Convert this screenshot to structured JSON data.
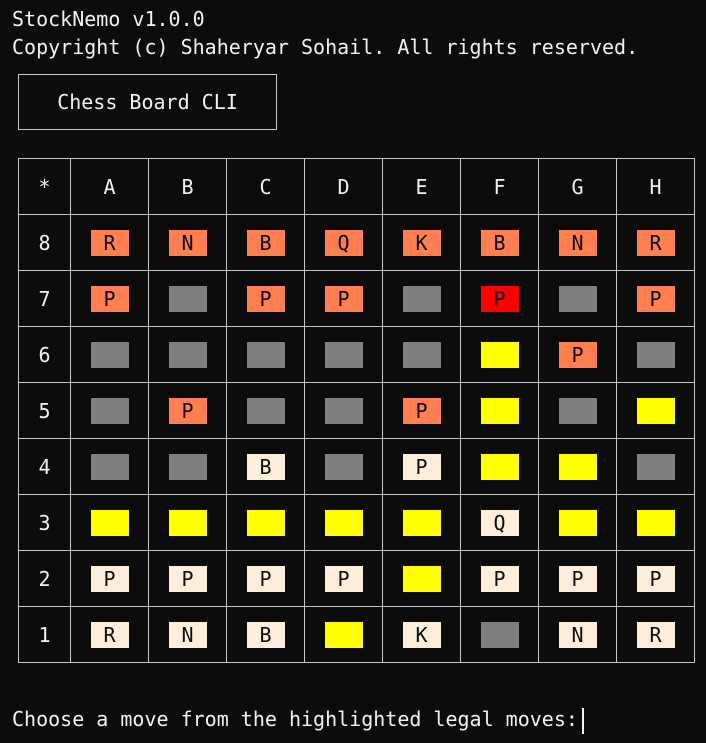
{
  "terminal": {
    "title": "StockNemo v1.0.0",
    "copyright": "Copyright (c) Shaheryar Sohail. All rights reserved.",
    "header": "Chess Board CLI",
    "prompt": "Choose a move from the highlighted legal moves:"
  },
  "colors": {
    "background": "#0c0c0c",
    "text": "#f2f2f2",
    "grid_line": "#c8c8c8",
    "black_piece": "#ff7f50",
    "white_piece": "#fdeedc",
    "selected_piece": "#ff0000",
    "legal_move": "#ffff00",
    "empty_square": "#7f7f7f"
  },
  "board": {
    "corner": "*",
    "files": [
      "A",
      "B",
      "C",
      "D",
      "E",
      "F",
      "G",
      "H"
    ],
    "ranks": [
      {
        "label": "8",
        "cells": [
          {
            "piece": "R",
            "state": "black"
          },
          {
            "piece": "N",
            "state": "black"
          },
          {
            "piece": "B",
            "state": "black"
          },
          {
            "piece": "Q",
            "state": "black"
          },
          {
            "piece": "K",
            "state": "black"
          },
          {
            "piece": "B",
            "state": "black"
          },
          {
            "piece": "N",
            "state": "black"
          },
          {
            "piece": "R",
            "state": "black"
          }
        ]
      },
      {
        "label": "7",
        "cells": [
          {
            "piece": "P",
            "state": "black"
          },
          {
            "piece": "",
            "state": "empty"
          },
          {
            "piece": "P",
            "state": "black"
          },
          {
            "piece": "P",
            "state": "black"
          },
          {
            "piece": "",
            "state": "empty"
          },
          {
            "piece": "P",
            "state": "selected"
          },
          {
            "piece": "",
            "state": "empty"
          },
          {
            "piece": "P",
            "state": "black"
          }
        ]
      },
      {
        "label": "6",
        "cells": [
          {
            "piece": "",
            "state": "empty"
          },
          {
            "piece": "",
            "state": "empty"
          },
          {
            "piece": "",
            "state": "empty"
          },
          {
            "piece": "",
            "state": "empty"
          },
          {
            "piece": "",
            "state": "empty"
          },
          {
            "piece": "",
            "state": "legal"
          },
          {
            "piece": "P",
            "state": "black"
          },
          {
            "piece": "",
            "state": "empty"
          }
        ]
      },
      {
        "label": "5",
        "cells": [
          {
            "piece": "",
            "state": "empty"
          },
          {
            "piece": "P",
            "state": "black"
          },
          {
            "piece": "",
            "state": "empty"
          },
          {
            "piece": "",
            "state": "empty"
          },
          {
            "piece": "P",
            "state": "black"
          },
          {
            "piece": "",
            "state": "legal"
          },
          {
            "piece": "",
            "state": "empty"
          },
          {
            "piece": "",
            "state": "legal"
          }
        ]
      },
      {
        "label": "4",
        "cells": [
          {
            "piece": "",
            "state": "empty"
          },
          {
            "piece": "",
            "state": "empty"
          },
          {
            "piece": "B",
            "state": "white"
          },
          {
            "piece": "",
            "state": "empty"
          },
          {
            "piece": "P",
            "state": "white"
          },
          {
            "piece": "",
            "state": "legal"
          },
          {
            "piece": "",
            "state": "legal"
          },
          {
            "piece": "",
            "state": "empty"
          }
        ]
      },
      {
        "label": "3",
        "cells": [
          {
            "piece": "",
            "state": "legal"
          },
          {
            "piece": "",
            "state": "legal"
          },
          {
            "piece": "",
            "state": "legal"
          },
          {
            "piece": "",
            "state": "legal"
          },
          {
            "piece": "",
            "state": "legal"
          },
          {
            "piece": "Q",
            "state": "white"
          },
          {
            "piece": "",
            "state": "legal"
          },
          {
            "piece": "",
            "state": "legal"
          }
        ]
      },
      {
        "label": "2",
        "cells": [
          {
            "piece": "P",
            "state": "white"
          },
          {
            "piece": "P",
            "state": "white"
          },
          {
            "piece": "P",
            "state": "white"
          },
          {
            "piece": "P",
            "state": "white"
          },
          {
            "piece": "",
            "state": "legal"
          },
          {
            "piece": "P",
            "state": "white"
          },
          {
            "piece": "P",
            "state": "white"
          },
          {
            "piece": "P",
            "state": "white"
          }
        ]
      },
      {
        "label": "1",
        "cells": [
          {
            "piece": "R",
            "state": "white"
          },
          {
            "piece": "N",
            "state": "white"
          },
          {
            "piece": "B",
            "state": "white"
          },
          {
            "piece": "",
            "state": "legal"
          },
          {
            "piece": "K",
            "state": "white"
          },
          {
            "piece": "",
            "state": "empty"
          },
          {
            "piece": "N",
            "state": "white"
          },
          {
            "piece": "R",
            "state": "white"
          }
        ]
      }
    ]
  }
}
